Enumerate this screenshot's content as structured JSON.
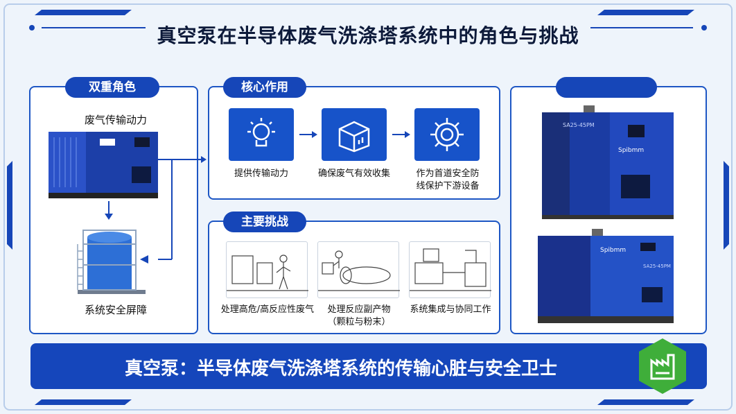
{
  "title": "真空泵在半导体废气洗涤塔系统中的角色与挑战",
  "dual_role": {
    "header": "双重角色",
    "top_label": "废气传输动力",
    "bottom_label": "系统安全屏障"
  },
  "core_functions": {
    "header": "核心作用",
    "items": [
      {
        "label": "提供传输动力",
        "icon": "light-bulb-gear-icon"
      },
      {
        "label": "确保废气有效收集",
        "icon": "box-chart-icon"
      },
      {
        "label": "作为首道安全防线保护下游设备",
        "line1": "作为首道安全防",
        "line2": "线保护下游设备",
        "icon": "gear-icon"
      }
    ]
  },
  "challenges": {
    "header": "主要挑战",
    "items": [
      {
        "label": "处理高危/高反应性废气"
      },
      {
        "line1": "处理反应副产物",
        "line2": "（颗粒与粉末）"
      },
      {
        "label": "系统集成与协同工作"
      }
    ]
  },
  "right_panel": {
    "header": "",
    "pump_top_model": "SA25-45PM",
    "pump_bottom_model": "SA25-45PM",
    "brand": "Spibmm"
  },
  "footer": {
    "text": "真空泵：半导体废气洗涤塔系统的传输心脏与安全卫士",
    "icon": "factory-icon"
  },
  "colors": {
    "primary": "#1546bb",
    "accent_green": "#3fae3a",
    "frame": "#1d56c4"
  }
}
